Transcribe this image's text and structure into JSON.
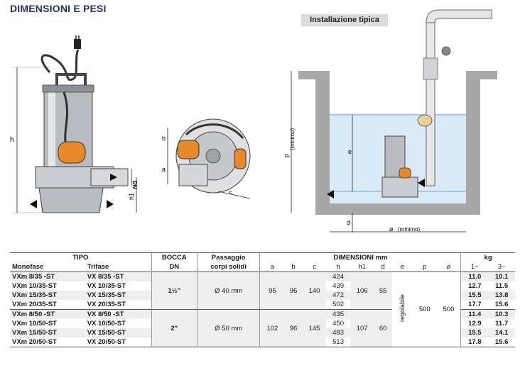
{
  "page_title": "DIMENSIONI E PESI",
  "install_label": "Installazione tipica",
  "dimension_letters": {
    "h": "h",
    "h1": "h1",
    "dn": "DN",
    "a": "a",
    "b": "b",
    "c": "c",
    "p": "p",
    "e": "e",
    "d": "d",
    "minimo": "(minimo)",
    "diam_minimo": "(minimo)",
    "diam_symbol": "⌀"
  },
  "table": {
    "headers": {
      "tipo": "TIPO",
      "monofase": "Monofase",
      "trifase": "Trifase",
      "bocca": "BOCCA",
      "dn": "DN",
      "passaggio": "Passaggio",
      "corpi": "corpi solidi",
      "dimensioni": "DIMENSIONI mm",
      "cols": [
        "a",
        "b",
        "c",
        "h",
        "h1",
        "d",
        "e",
        "p",
        "⌀"
      ],
      "kg": "kg",
      "kg1": "1~",
      "kg3": "3~"
    },
    "groups": [
      {
        "bocca": "1½\"",
        "passaggio": "Ø 40 mm",
        "a": "95",
        "b": "96",
        "c": "140",
        "h1": "106",
        "d": "55",
        "rows": [
          {
            "mono": "VXm 8/35  -ST",
            "tri": "VX 8/35  -ST",
            "h": "424",
            "kg1": "11.0",
            "kg3": "10.1"
          },
          {
            "mono": "VXm 10/35-ST",
            "tri": "VX 10/35-ST",
            "h": "439",
            "kg1": "12.7",
            "kg3": "11.5"
          },
          {
            "mono": "VXm 15/35-ST",
            "tri": "VX 15/35-ST",
            "h": "472",
            "kg1": "15.5",
            "kg3": "13.8"
          },
          {
            "mono": "VXm 20/35-ST",
            "tri": "VX 20/35-ST",
            "h": "502",
            "kg1": "17.7",
            "kg3": "15.6"
          }
        ]
      },
      {
        "bocca": "2\"",
        "passaggio": "Ø 50 mm",
        "a": "102",
        "b": "96",
        "c": "145",
        "h1": "107",
        "d": "60",
        "rows": [
          {
            "mono": "VXm 8/50  -ST",
            "tri": "VX 8/50  -ST",
            "h": "435",
            "kg1": "11.4",
            "kg3": "10.3"
          },
          {
            "mono": "VXm 10/50-ST",
            "tri": "VX 10/50-ST",
            "h": "450",
            "kg1": "12.9",
            "kg3": "11.7"
          },
          {
            "mono": "VXm 15/50-ST",
            "tri": "VX 15/50-ST",
            "h": "483",
            "kg1": "15.5",
            "kg3": "14.1"
          },
          {
            "mono": "VXm 20/50-ST",
            "tri": "VX 20/50-ST",
            "h": "513",
            "kg1": "17.8",
            "kg3": "15.6"
          }
        ]
      }
    ],
    "shared": {
      "e": "regolabile",
      "p": "500",
      "diam": "500"
    }
  }
}
